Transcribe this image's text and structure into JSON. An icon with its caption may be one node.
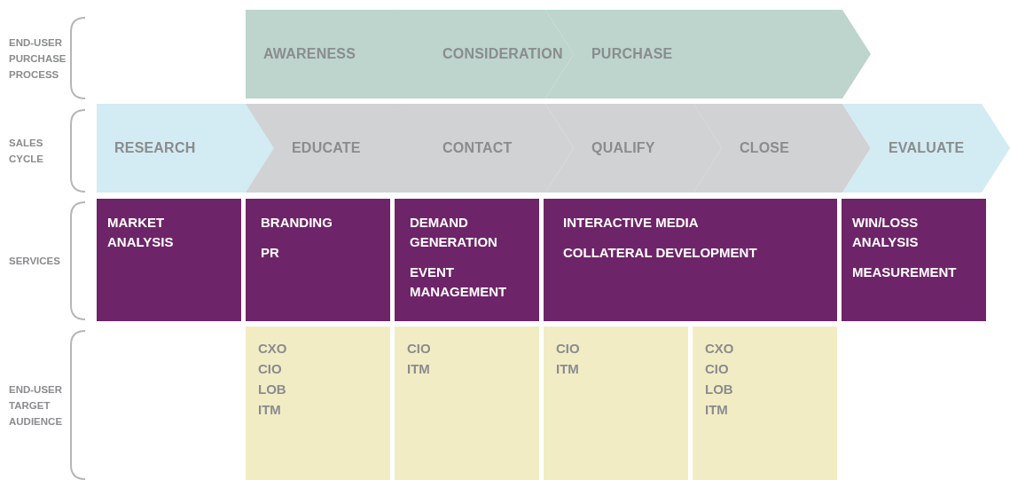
{
  "diagram": {
    "nodes": [
      {
        "text": [
          "AWARENESS"
        ]
      },
      {
        "text": [
          "CONSIDERATION"
        ]
      },
      {
        "text": [
          "PURCHASE"
        ]
      },
      {
        "text": [
          "RESEARCH"
        ]
      },
      {
        "text": [
          "EDUCATE"
        ]
      },
      {
        "text": [
          "CONTACT"
        ]
      },
      {
        "text": [
          "QUALIFY"
        ]
      },
      {
        "text": [
          "CLOSE"
        ]
      },
      {
        "text": [
          "EVALUATE"
        ]
      },
      {
        "text": [
          "MARKET ANALYSIS"
        ]
      },
      {
        "text": [
          "BRANDING",
          "PR"
        ]
      },
      {
        "text": [
          "DEMAND GENERATION",
          "EVENT MANAGEMENT"
        ]
      },
      {
        "text": [
          "INTERACTIVE MEDIA",
          "COLLATERAL DEVELOPMENT"
        ]
      },
      {
        "text": [
          "WIN/LOSS ANALYSIS",
          "MEASUREMENT"
        ]
      },
      {
        "text": [
          "CXO",
          "CIO",
          "LOB",
          "ITM"
        ]
      },
      {
        "text": [
          "CIO",
          "ITM"
        ]
      },
      {
        "text": [
          "CIO",
          "ITM"
        ]
      },
      {
        "text": [
          "CXO",
          "CIO",
          "LOB",
          "ITM"
        ]
      }
    ],
    "labels": [
      "END-USER PURCHASE PROCESS",
      "SALES CYCLE",
      "SERVICES",
      "END-USER TARGET AUDIENCE"
    ]
  }
}
